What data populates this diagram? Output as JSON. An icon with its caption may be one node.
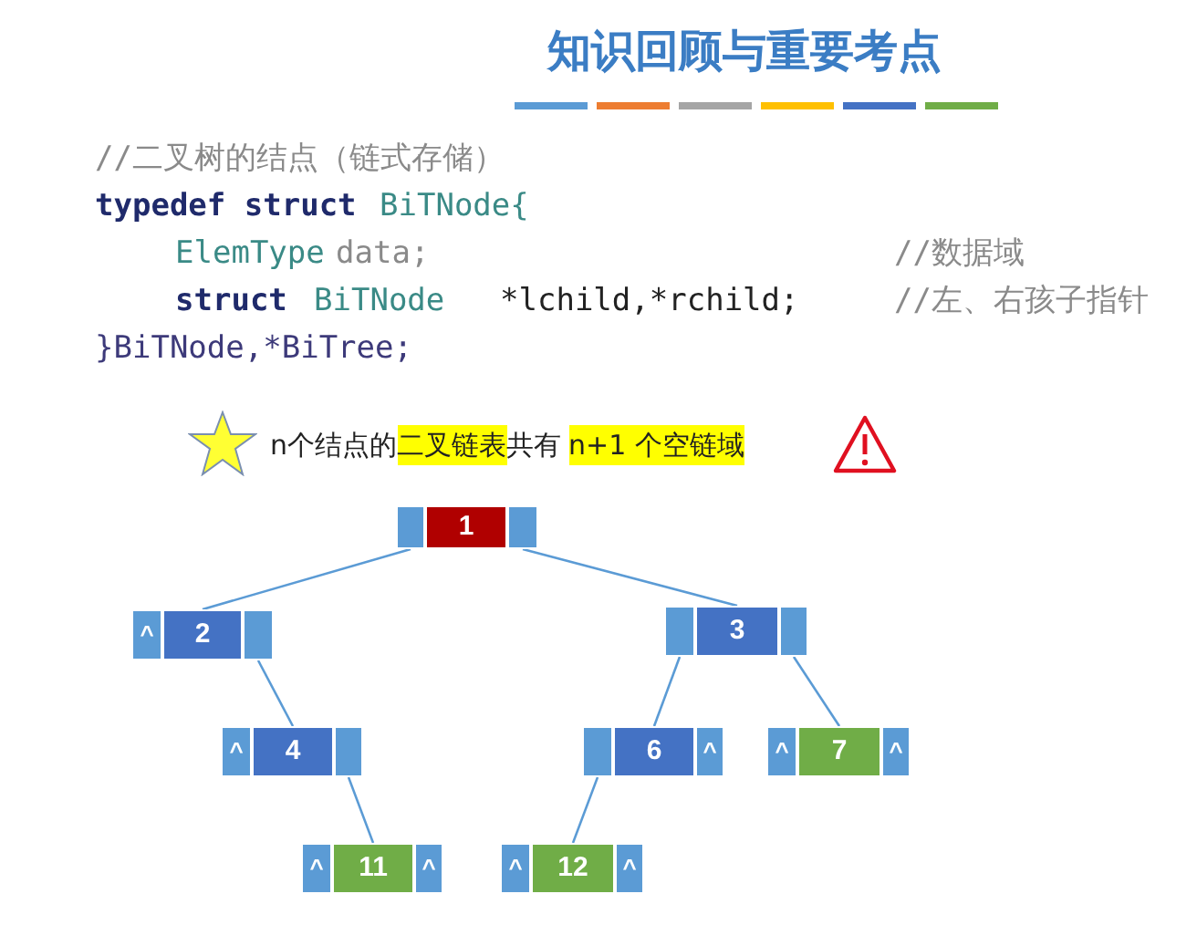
{
  "diagram": {
    "title": "知识回顾与重要考点",
    "nodes": [
      {
        "text": [],
        "shape": "box"
      },
      {
        "text": [
          "1"
        ]
      },
      {
        "text": [],
        "shape": "box"
      },
      {
        "text": [
          "^"
        ]
      },
      {
        "text": [
          "2"
        ]
      },
      {
        "text": [],
        "shape": "box"
      },
      {
        "text": [],
        "shape": "box"
      },
      {
        "text": [
          "3"
        ]
      },
      {
        "text": [],
        "shape": "box"
      },
      {
        "text": [
          "^"
        ]
      },
      {
        "text": [
          "4"
        ]
      },
      {
        "text": [],
        "shape": "box"
      },
      {
        "text": [],
        "shape": "box"
      },
      {
        "text": [
          "6"
        ]
      },
      {
        "text": [
          "^"
        ]
      },
      {
        "text": [
          "^"
        ]
      },
      {
        "text": [
          "7"
        ]
      },
      {
        "text": [
          "^"
        ]
      },
      {
        "text": [
          "^"
        ]
      },
      {
        "text": [
          "11"
        ]
      },
      {
        "text": [
          "^"
        ]
      },
      {
        "text": [
          "^"
        ]
      },
      {
        "text": [
          "12"
        ]
      },
      {
        "text": [
          "^"
        ]
      }
    ],
    "edges": [
      {
        "from": 0,
        "to": 4,
        "arrow": "none"
      },
      {
        "from": 2,
        "to": 7,
        "arrow": "none"
      },
      {
        "from": 5,
        "to": 10,
        "arrow": "none"
      },
      {
        "from": 6,
        "to": 13,
        "arrow": "none"
      },
      {
        "from": 8,
        "to": 16,
        "arrow": "none"
      },
      {
        "from": 11,
        "to": 19,
        "arrow": "none"
      },
      {
        "from": 12,
        "to": 22,
        "arrow": "none"
      }
    ],
    "labels": [
      "//二叉树的结点（链式存储）",
      "typedef struct",
      "BiTNode{",
      "ElemType",
      "data;",
      "//数据域",
      "struct",
      "BiTNode",
      "*lchild,*rchild;",
      "//左、右孩子指针",
      "}BiTNode,*BiTree;",
      "n个结点的",
      "二叉链表",
      "共有",
      "n+1 个空链域"
    ]
  }
}
